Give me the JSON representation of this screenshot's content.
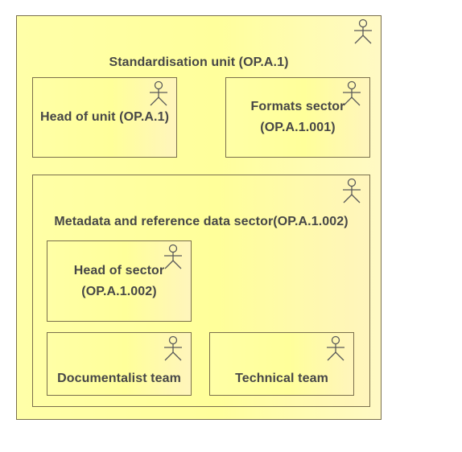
{
  "diagram": {
    "outer": {
      "title": "Standardisation unit (OP.A.1)",
      "icon": "actor-icon"
    },
    "head_of_unit": {
      "title": "Head of unit  (OP.A.1)",
      "icon": "actor-icon"
    },
    "formats_sector": {
      "title_line1": "Formats sector",
      "title_line2": "(OP.A.1.001)",
      "icon": "actor-icon"
    },
    "metadata_sector": {
      "title": "Metadata and reference data sector(OP.A.1.002)",
      "icon": "actor-icon"
    },
    "head_of_sector": {
      "title_line1": "Head of sector",
      "title_line2": "(OP.A.1.002)",
      "icon": "actor-icon"
    },
    "documentalist_team": {
      "title": "Documentalist team",
      "icon": "actor-icon"
    },
    "technical_team": {
      "title": "Technical team",
      "icon": "actor-icon"
    },
    "colors": {
      "fill": "#ffff9f",
      "border": "#7a6f4c",
      "text": "#474747"
    }
  }
}
